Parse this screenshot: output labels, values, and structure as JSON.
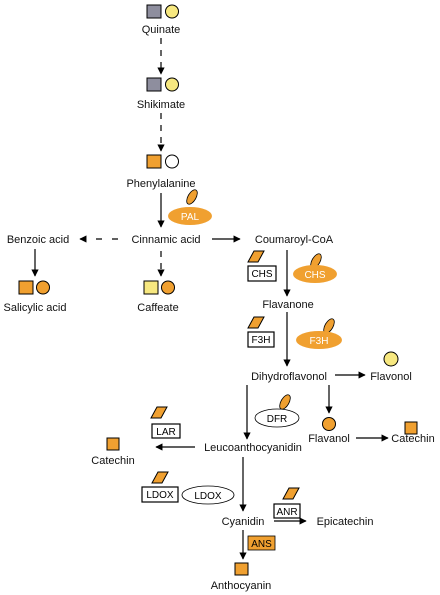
{
  "diagram": {
    "nodes": {
      "quinate": "Quinate",
      "shikimate": "Shikimate",
      "phenylalanine": "Phenylalanine",
      "cinnamic_acid": "Cinnamic acid",
      "benzoic_acid": "Benzoic acid",
      "salicylic_acid": "Salicylic acid",
      "caffeate": "Caffeate",
      "coumaroyl_coa": "Coumaroyl-CoA",
      "flavanone": "Flavanone",
      "dihydroflavonol": "Dihydroflavonol",
      "flavonol": "Flavonol",
      "flavanol": "Flavanol",
      "catechin_right": "Catechin",
      "catechin_left": "Catechin",
      "leucoanthocyanidin": "Leucoanthocyanidin",
      "cyanidin": "Cyanidin",
      "epicatechin": "Epicatechin",
      "anthocyanin": "Anthocyanin"
    },
    "enzymes": {
      "pal": "PAL",
      "chs_box": "CHS",
      "chs_ellipse": "CHS",
      "f3h_box": "F3H",
      "f3h_ellipse": "F3H",
      "dfr": "DFR",
      "lar": "LAR",
      "ldox_box": "LDOX",
      "ldox_ellipse": "LDOX",
      "anr": "ANR",
      "ans": "ANS"
    },
    "colors": {
      "orange": "#F0A030",
      "yellow": "#F7E880",
      "gray": "#8E8E9E",
      "line": "#000000"
    }
  }
}
